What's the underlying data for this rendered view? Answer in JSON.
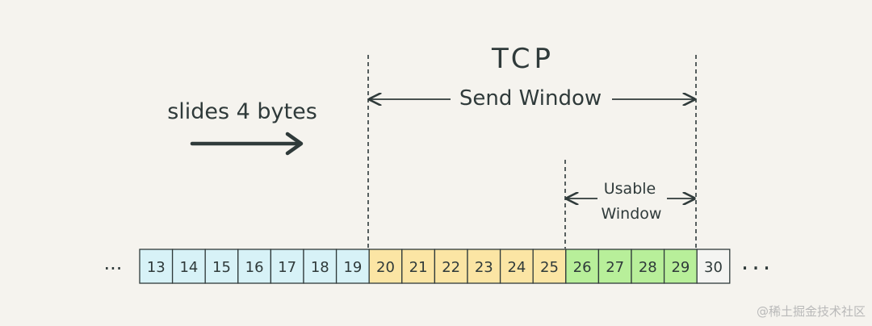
{
  "title": "TCP",
  "send_window_label": "Send Window",
  "usable_window_label_line1": "Usable",
  "usable_window_label_line2": "Window",
  "slide_label": "slides 4 bytes",
  "ellipsis_left": "...",
  "ellipsis_right": "...",
  "watermark": "@稀土掘金技术社区",
  "colors": {
    "background": "#f5f3ee",
    "ink": "#2f3a3a",
    "sent_acked": "#d7f2f7",
    "sent_unacked": "#fbe5a4",
    "usable": "#b8ef9a",
    "outside": "#f4f4f2"
  },
  "bytes": [
    {
      "label": "13",
      "state": "sent_acked"
    },
    {
      "label": "14",
      "state": "sent_acked"
    },
    {
      "label": "15",
      "state": "sent_acked"
    },
    {
      "label": "16",
      "state": "sent_acked"
    },
    {
      "label": "17",
      "state": "sent_acked"
    },
    {
      "label": "18",
      "state": "sent_acked"
    },
    {
      "label": "19",
      "state": "sent_acked"
    },
    {
      "label": "20",
      "state": "sent_unacked"
    },
    {
      "label": "21",
      "state": "sent_unacked"
    },
    {
      "label": "22",
      "state": "sent_unacked"
    },
    {
      "label": "23",
      "state": "sent_unacked"
    },
    {
      "label": "24",
      "state": "sent_unacked"
    },
    {
      "label": "25",
      "state": "sent_unacked"
    },
    {
      "label": "26",
      "state": "usable"
    },
    {
      "label": "27",
      "state": "usable"
    },
    {
      "label": "28",
      "state": "usable"
    },
    {
      "label": "29",
      "state": "usable"
    },
    {
      "label": "30",
      "state": "outside"
    }
  ]
}
